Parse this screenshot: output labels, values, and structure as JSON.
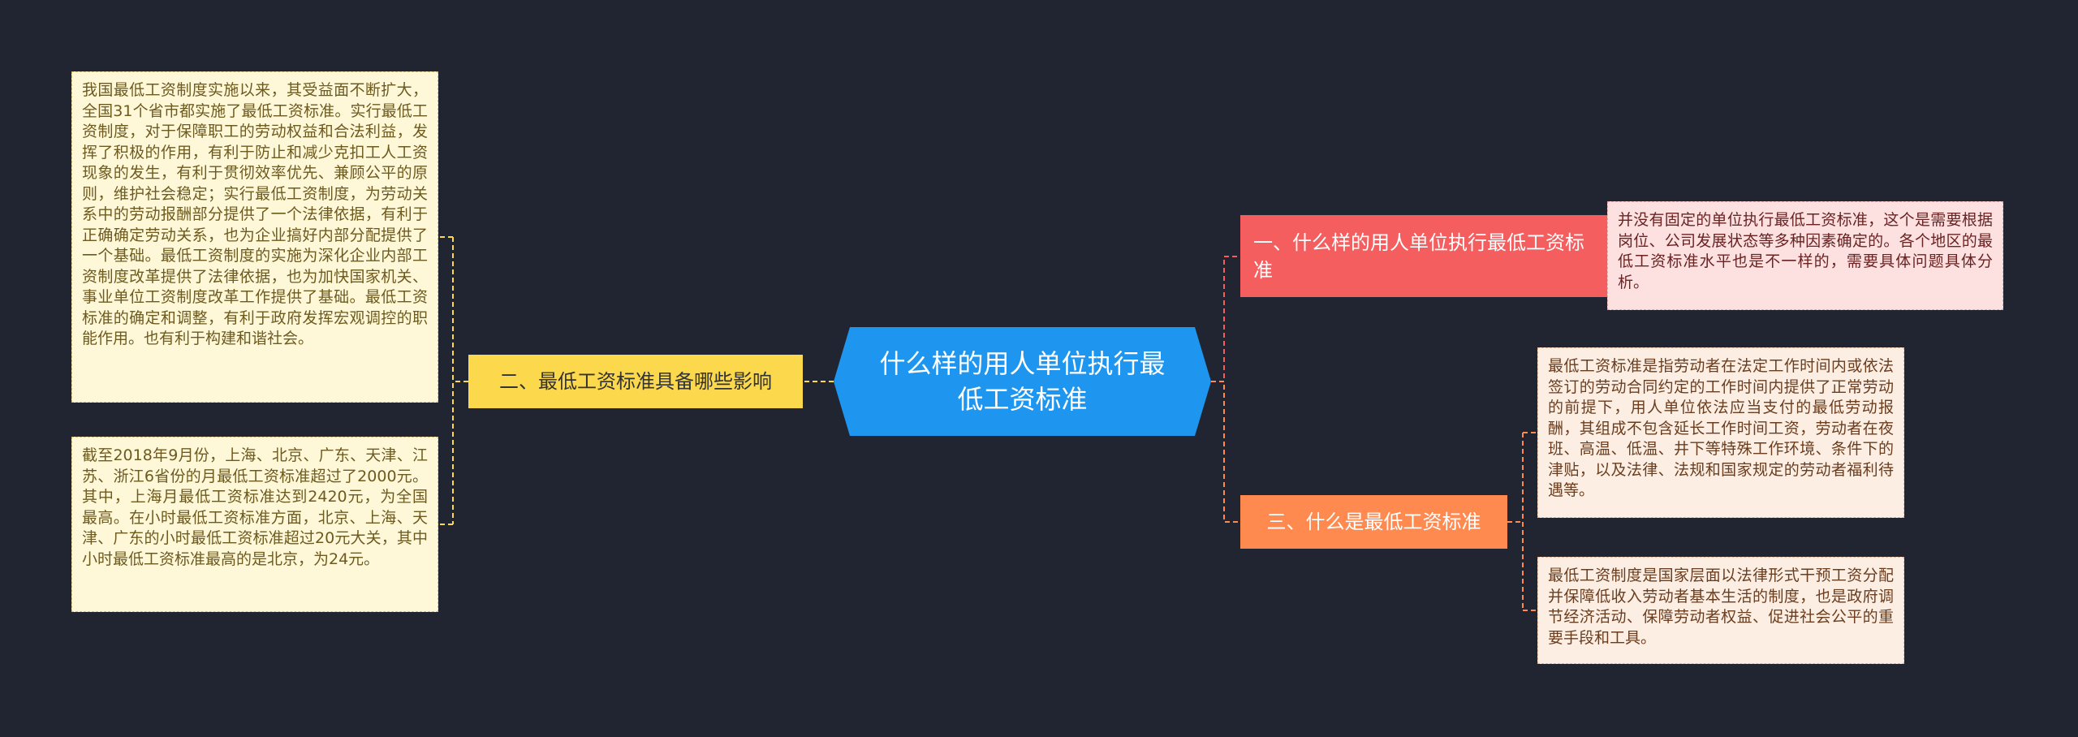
{
  "colors": {
    "background": "#212532",
    "center": "#1e96f0",
    "branch_1": "#f45e5e",
    "branch_2": "#fcd84d",
    "branch_3": "#ff8a4f",
    "connector_1": "#f45e5e",
    "connector_2": "#fcd84d",
    "connector_3": "#ff8a4f"
  },
  "mindmap": {
    "center": "什么样的用人单位执行最低工资标准",
    "branches": [
      {
        "label": "一、什么样的用人单位执行最低工资标准",
        "leaves": [
          "并没有固定的单位执行最低工资标准，这个是需要根据岗位、公司发展状态等多种因素确定的。各个地区的最低工资标准水平也是不一样的，需要具体问题具体分析。"
        ]
      },
      {
        "label": "二、最低工资标准具备哪些影响",
        "leaves": [
          "我国最低工资制度实施以来，其受益面不断扩大，全国31个省市都实施了最低工资标准。实行最低工资制度，对于保障职工的劳动权益和合法利益，发挥了积极的作用，有利于防止和减少克扣工人工资现象的发生，有利于贯彻效率优先、兼顾公平的原则，维护社会稳定；实行最低工资制度，为劳动关系中的劳动报酬部分提供了一个法律依据，有利于正确确定劳动关系，也为企业搞好内部分配提供了一个基础。最低工资制度的实施为深化企业内部工资制度改革提供了法律依据，也为加快国家机关、事业单位工资制度改革工作提供了基础。最低工资标准的确定和调整，有利于政府发挥宏观调控的职能作用。也有利于构建和谐社会。",
          "截至2018年9月份，上海、北京、广东、天津、江苏、浙江6省份的月最低工资标准超过了2000元。其中，上海月最低工资标准达到2420元，为全国最高。在小时最低工资标准方面，北京、上海、天津、广东的小时最低工资标准超过20元大关，其中小时最低工资标准最高的是北京，为24元。"
        ]
      },
      {
        "label": "三、什么是最低工资标准",
        "leaves": [
          "最低工资标准是指劳动者在法定工作时间内或依法签订的劳动合同约定的工作时间内提供了正常劳动的前提下，用人单位依法应当支付的最低劳动报酬，其组成不包含延长工作时间工资，劳动者在夜班、高温、低温、井下等特殊工作环境、条件下的津贴，以及法律、法规和国家规定的劳动者福利待遇等。",
          "最低工资制度是国家层面以法律形式干预工资分配并保障低收入劳动者基本生活的制度，也是政府调节经济活动、保障劳动者权益、促进社会公平的重要手段和工具。"
        ]
      }
    ]
  }
}
